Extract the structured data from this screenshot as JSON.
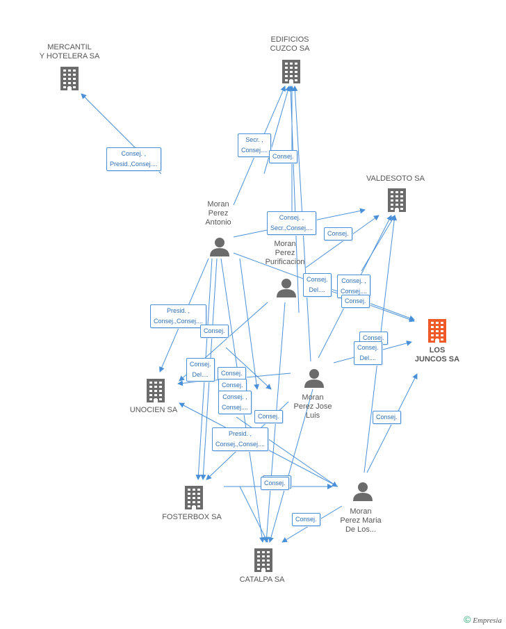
{
  "nodes": {
    "mercantil": {
      "label": "MERCANTIL\nY HOTELERA SA",
      "kind": "company"
    },
    "edificios": {
      "label": "EDIFICIOS\nCUZCO SA",
      "kind": "company"
    },
    "valdesoto": {
      "label": "VALDESOTO SA",
      "kind": "company"
    },
    "juncos": {
      "label": "LOS\nJUNCOS SA",
      "kind": "company-focus"
    },
    "unocien": {
      "label": "UNOCIEN SA",
      "kind": "company"
    },
    "fosterbox": {
      "label": "FOSTERBOX SA",
      "kind": "company"
    },
    "catalpa": {
      "label": "CATALPA SA",
      "kind": "company"
    },
    "antonio": {
      "label": "Moran\nPerez\nAntonio",
      "kind": "person"
    },
    "purificacion": {
      "label": "Moran\nPerez\nPurificacion",
      "kind": "person"
    },
    "joseluis": {
      "label": "Moran\nPerez Jose\nLuis",
      "kind": "person"
    },
    "maria": {
      "label": "Moran\nPerez Maria\nDe Los...",
      "kind": "person"
    }
  },
  "edge_labels": {
    "e1": "Consej. ,\nPresid.,Consej....",
    "e2": "Secr. ,\nConsej....",
    "e3": "Consej.",
    "e4": "Consej. ,\nSecr.,Consej....",
    "e5": "Consej.",
    "e6": "Consej.\nDel....",
    "e7": "Consej. ,\nConsej....",
    "e8": "Consej.",
    "e9": "Presid. ,\nConsej.,Consej....",
    "e10": "Consej.",
    "e11": "Consej.\nDel....",
    "e12": "Consej.",
    "e13": "Consej.",
    "e14": "Consej. ,\nConsej....",
    "e15": "Consej.",
    "e16": "Consej.",
    "e17": "Consej.\nDel....",
    "e18": "Consej.",
    "e19": "Presid. ,\nConsej.,Consej....",
    "e20": "Consej.",
    "e21": "Consej.",
    "e22": "Consej."
  },
  "colors": {
    "edge": "#4a90d9",
    "company": "#6b6b6b",
    "focus": "#f05a28",
    "person": "#6b6b6b"
  },
  "brand": {
    "copyright": "©",
    "name": "Empresia"
  }
}
